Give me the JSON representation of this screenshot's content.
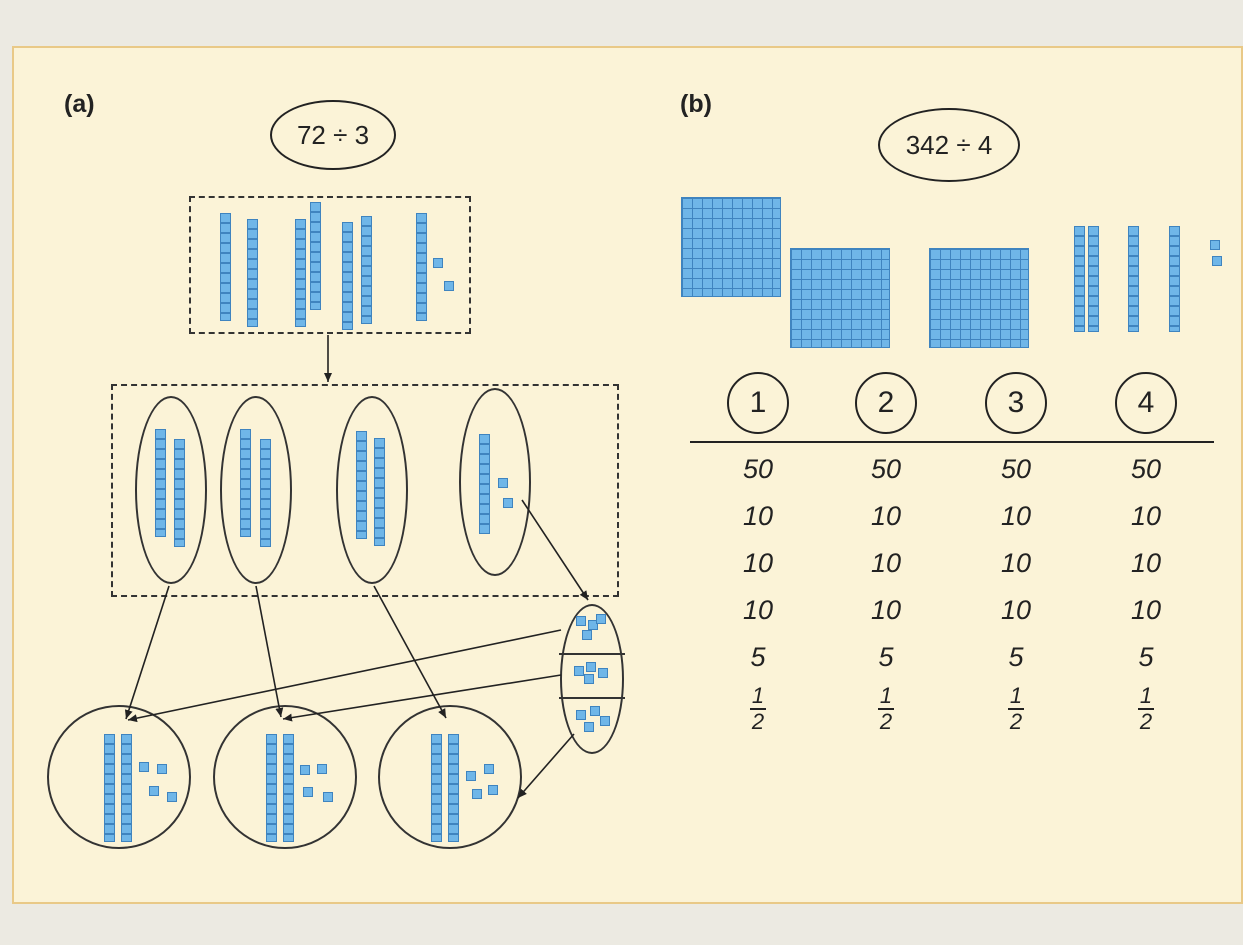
{
  "panel_a": {
    "label": "(a)",
    "problem": "72 ÷ 3"
  },
  "panel_b": {
    "label": "(b)",
    "problem": "342 ÷ 4",
    "columns": [
      {
        "header": "1",
        "values": [
          "50",
          "10",
          "10",
          "10",
          "5"
        ],
        "fraction": {
          "numerator": "1",
          "denominator": "2"
        }
      },
      {
        "header": "2",
        "values": [
          "50",
          "10",
          "10",
          "10",
          "5"
        ],
        "fraction": {
          "numerator": "1",
          "denominator": "2"
        }
      },
      {
        "header": "3",
        "values": [
          "50",
          "10",
          "10",
          "10",
          "5"
        ],
        "fraction": {
          "numerator": "1",
          "denominator": "2"
        }
      },
      {
        "header": "4",
        "values": [
          "50",
          "10",
          "10",
          "10",
          "5"
        ],
        "fraction": {
          "numerator": "1",
          "denominator": "2"
        }
      }
    ]
  },
  "colors": {
    "block_fill": "#6fb6e8",
    "block_line": "#3f84bf",
    "panel_background": "#fbf3d7",
    "panel_border": "#e9c987"
  }
}
